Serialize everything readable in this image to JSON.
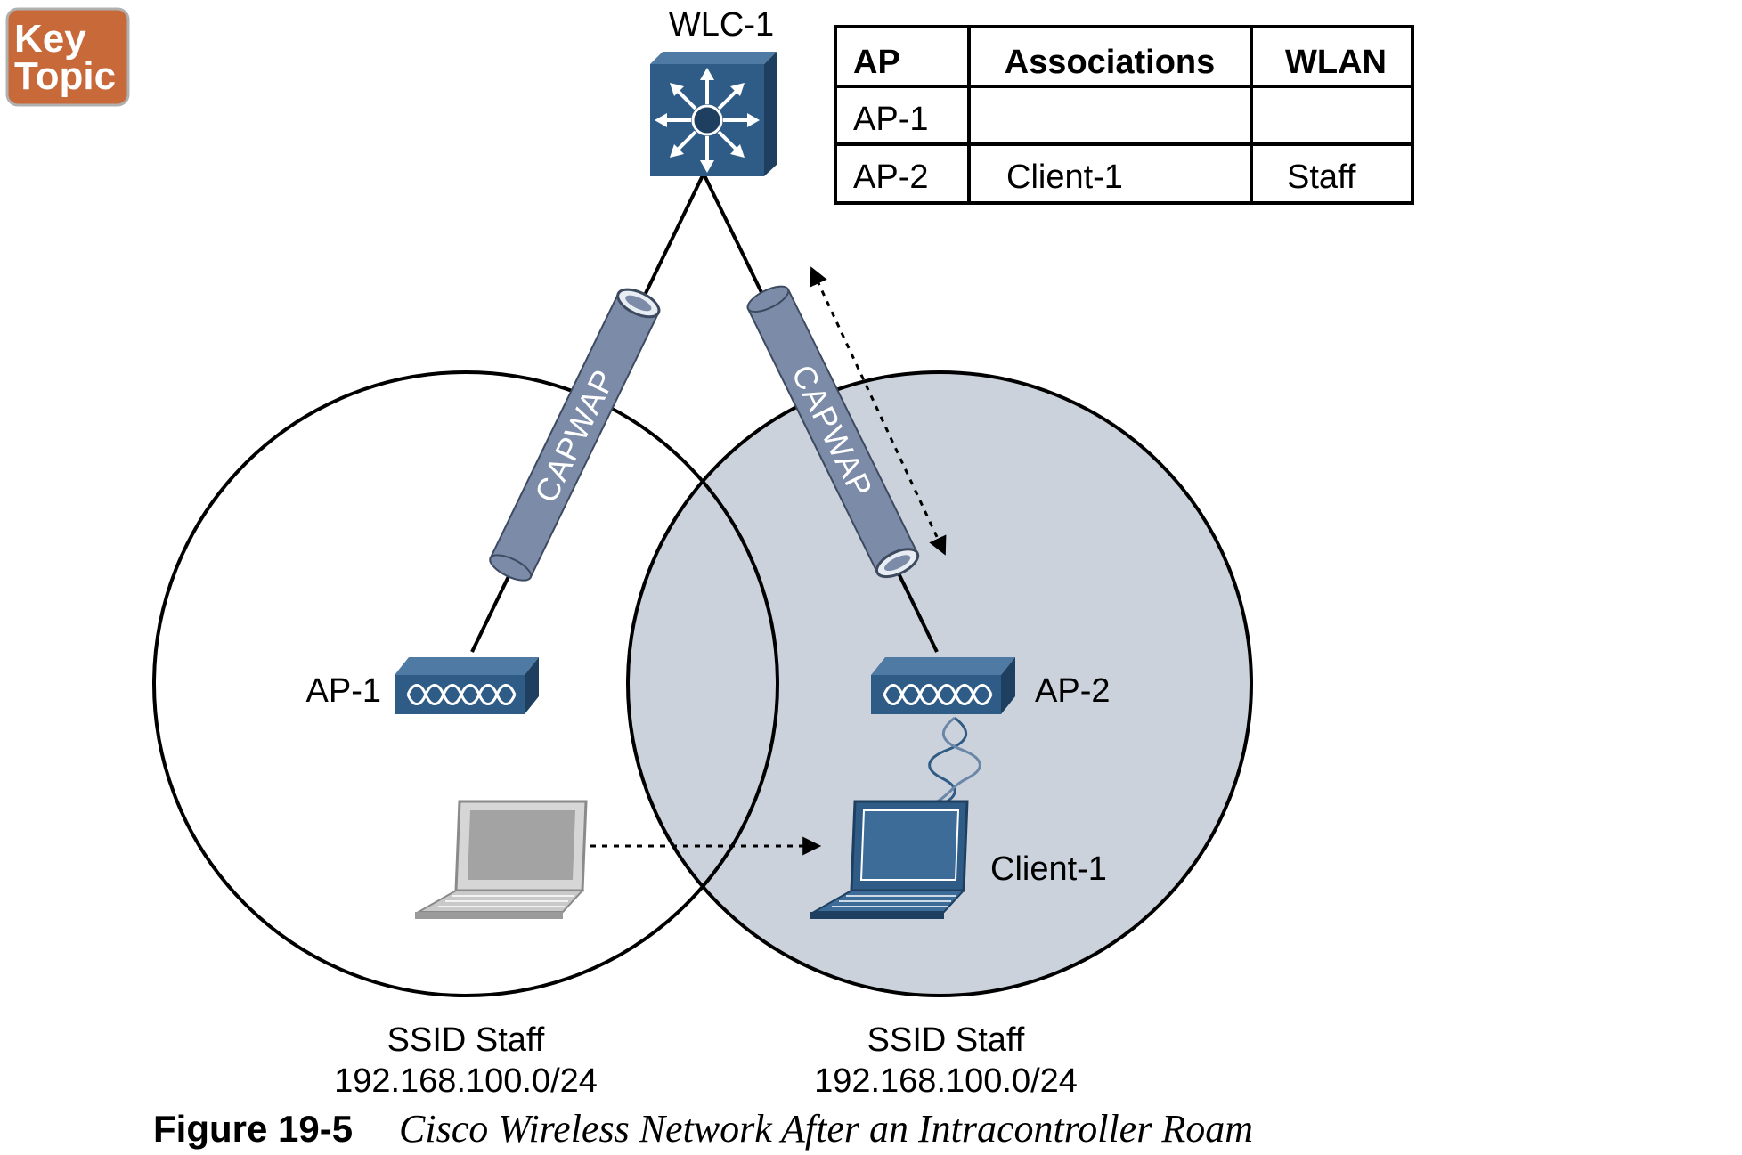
{
  "badge": {
    "line1": "Key",
    "line2": "Topic"
  },
  "controller": {
    "label": "WLC-1"
  },
  "table": {
    "headers": [
      "AP",
      "Associations",
      "WLAN"
    ],
    "rows": [
      [
        "AP-1",
        "",
        ""
      ],
      [
        "AP-2",
        "Client-1",
        "Staff"
      ]
    ]
  },
  "tunnels": {
    "left_label": "CAPWAP",
    "right_label": "CAPWAP"
  },
  "access_points": {
    "ap1_label": "AP-1",
    "ap2_label": "AP-2"
  },
  "client": {
    "label": "Client-1"
  },
  "cells": {
    "left": {
      "ssid": "SSID Staff",
      "subnet": "192.168.100.0/24"
    },
    "right": {
      "ssid": "SSID Staff",
      "subnet": "192.168.100.0/24"
    }
  },
  "caption": {
    "number": "Figure 19-5",
    "title": "Cisco Wireless Network After an Intracontroller Roam"
  },
  "colors": {
    "badge": "#c8693a",
    "device_blue": "#2f5c86",
    "device_blue_dark": "#1f3f60",
    "tunnel": "#7b8ba8",
    "right_cell_fill": "#cbd2db",
    "old_laptop_gray": "#9a9a9a"
  }
}
